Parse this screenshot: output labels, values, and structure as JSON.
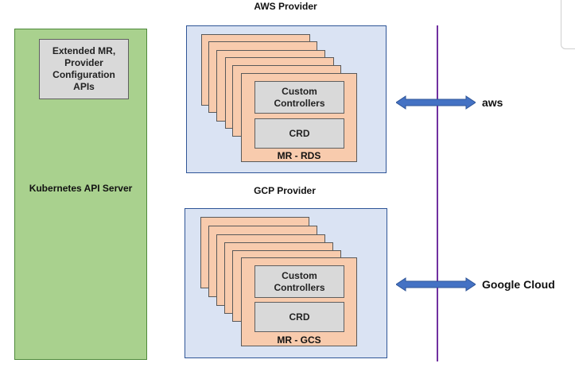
{
  "k8s": {
    "api_box": "Extended MR, Provider Configuration APIs",
    "server_label": "Kubernetes API Server"
  },
  "aws_provider": {
    "title": "AWS Provider",
    "controllers": "Custom Controllers",
    "crd": "CRD",
    "mr": "MR - RDS",
    "cloud": "aws"
  },
  "gcp_provider": {
    "title": "GCP Provider",
    "controllers": "Custom Controllers",
    "crd": "CRD",
    "mr": "MR - GCS",
    "cloud": "Google Cloud"
  },
  "colors": {
    "k8s_panel": "#a9d18e",
    "provider_panel": "#dae3f3",
    "managed_resource_card": "#f8cbad",
    "inner_box": "#d9d9d9",
    "arrow": "#4472c4",
    "divider": "#7030a0"
  }
}
